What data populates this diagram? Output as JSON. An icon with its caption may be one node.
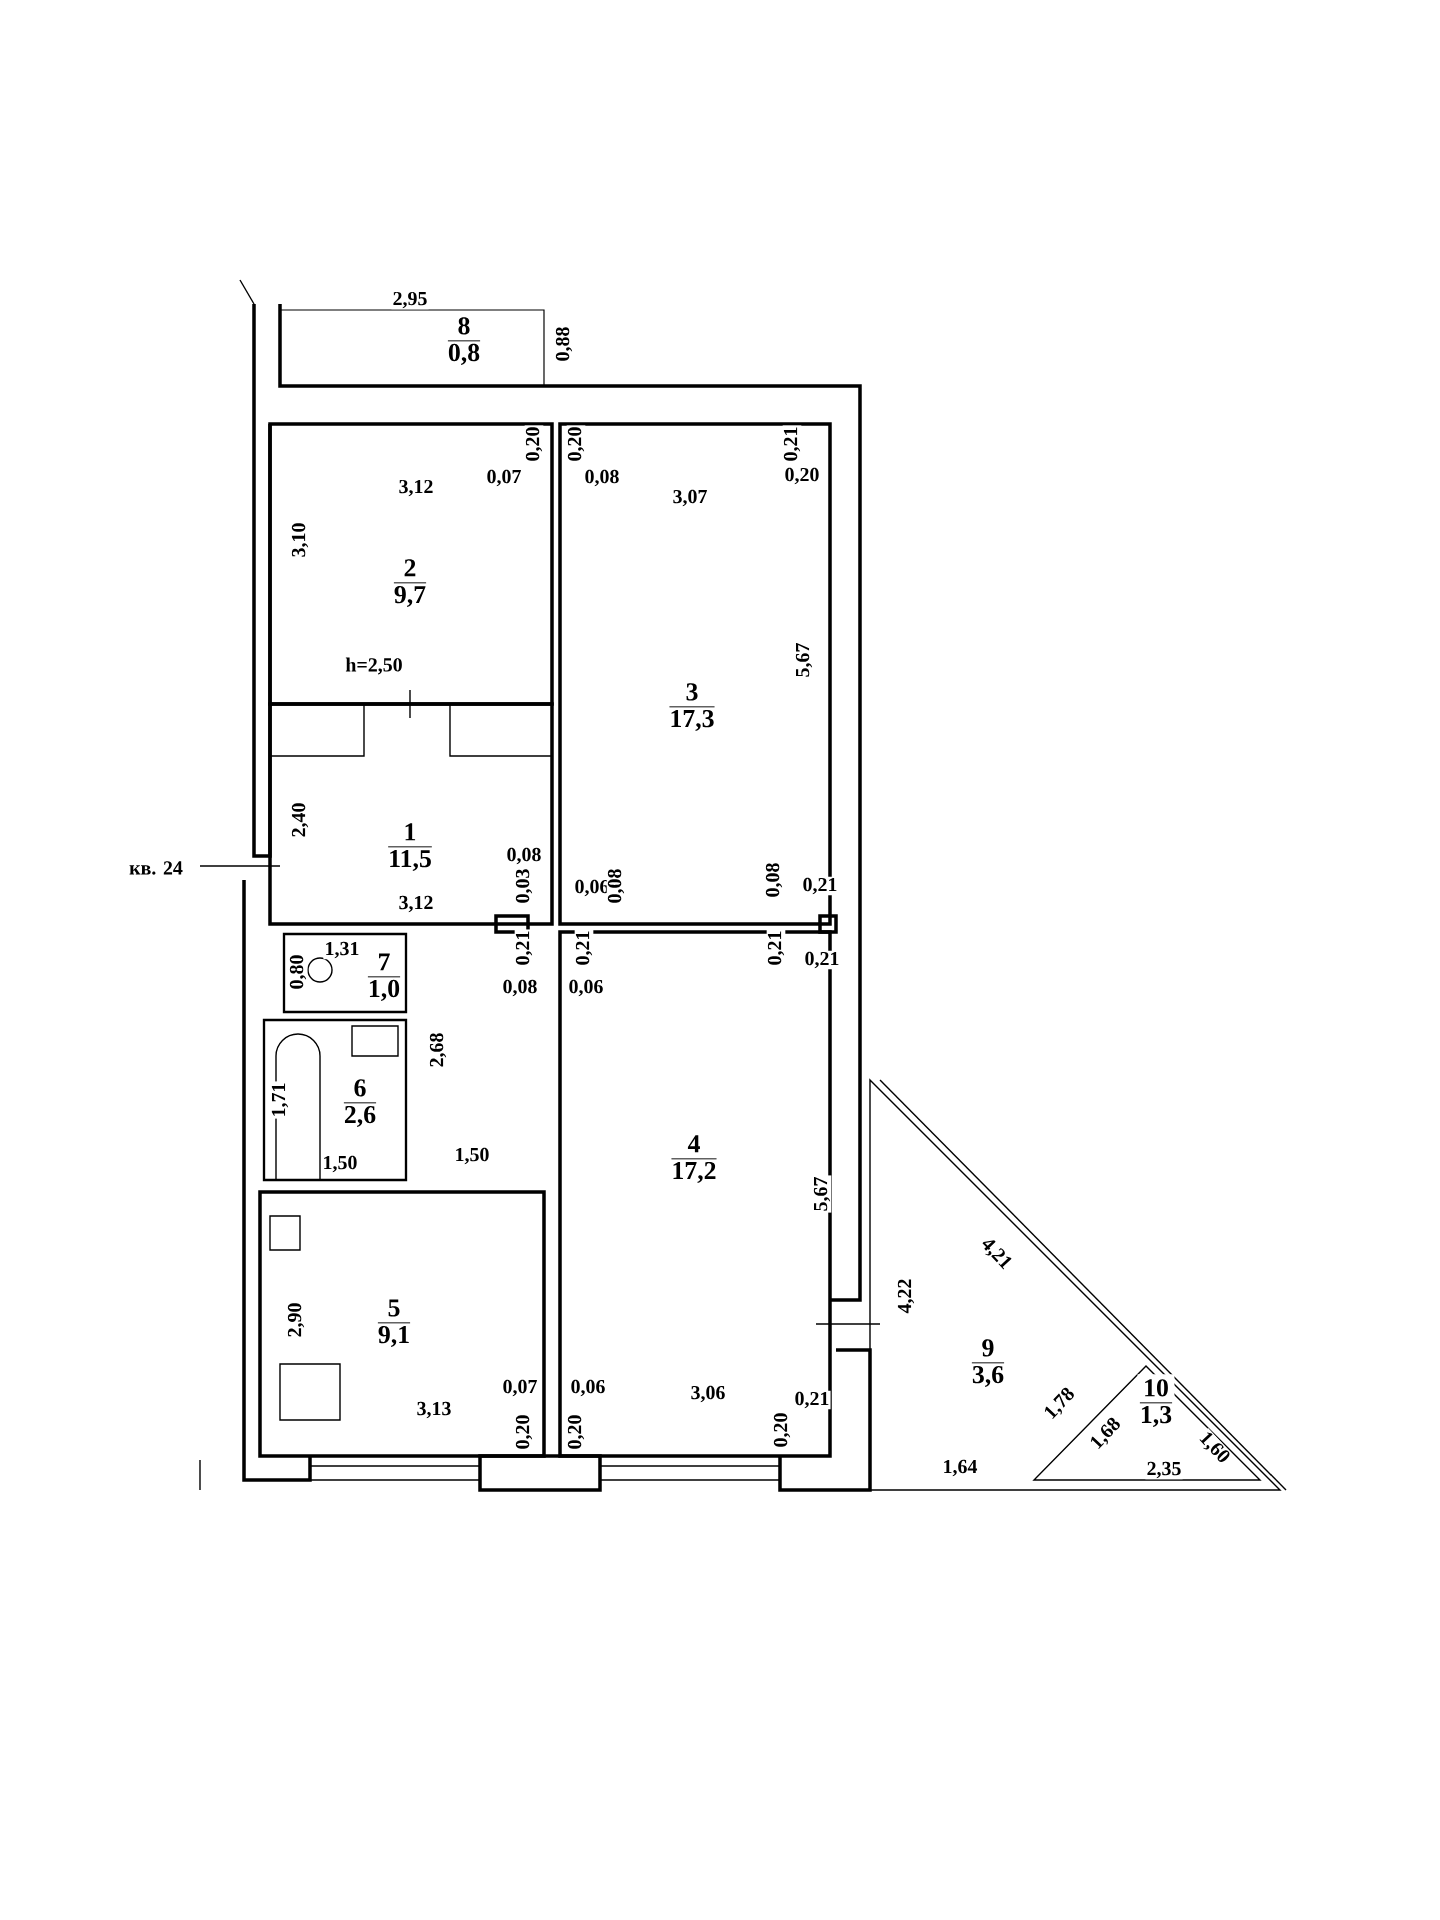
{
  "diagram": {
    "nodes": [
      {
        "text": [
          "8",
          "0,8"
        ],
        "beside": [
          "2,95",
          "0,88"
        ]
      },
      {
        "text": [
          "2",
          "9,7"
        ]
      },
      {
        "text": [
          "3",
          "17,3"
        ]
      },
      {
        "text": [
          "1",
          "11,5"
        ]
      },
      {
        "text": [
          "7",
          "1,0"
        ]
      },
      {
        "text": [
          "6",
          "2,6"
        ]
      },
      {
        "text": [
          "4",
          "17,2"
        ]
      },
      {
        "text": [
          "5",
          "9,1"
        ]
      },
      {
        "text": [
          "9",
          "3,6"
        ]
      },
      {
        "text": [
          "10",
          "1,3"
        ],
        "in": 8
      }
    ],
    "labels": [
      "0,20",
      "0,20",
      "0,21",
      "0,07",
      "0,08",
      "0,20",
      "3,12",
      "3,07",
      "3,10",
      "h=2,50",
      "5,67",
      "2,40",
      "кв. 24",
      "0,08",
      "0,03",
      "0,06",
      "0,08",
      "0,08",
      "0,21",
      "3,12",
      "1,31",
      "0,80",
      "0,21",
      "0,21",
      "0,21",
      "0,21",
      "0,08",
      "0,06",
      "2,68",
      "1,71",
      "1,50",
      "1,50",
      "5,67",
      "4,21",
      "4,22",
      "2,90",
      "0,07",
      "0,06",
      "3,06",
      "0,21",
      "3,13",
      "0,20",
      "0,20",
      "0,20",
      "1,78",
      "1,68",
      "1,60",
      "1,64",
      "2,35"
    ]
  }
}
